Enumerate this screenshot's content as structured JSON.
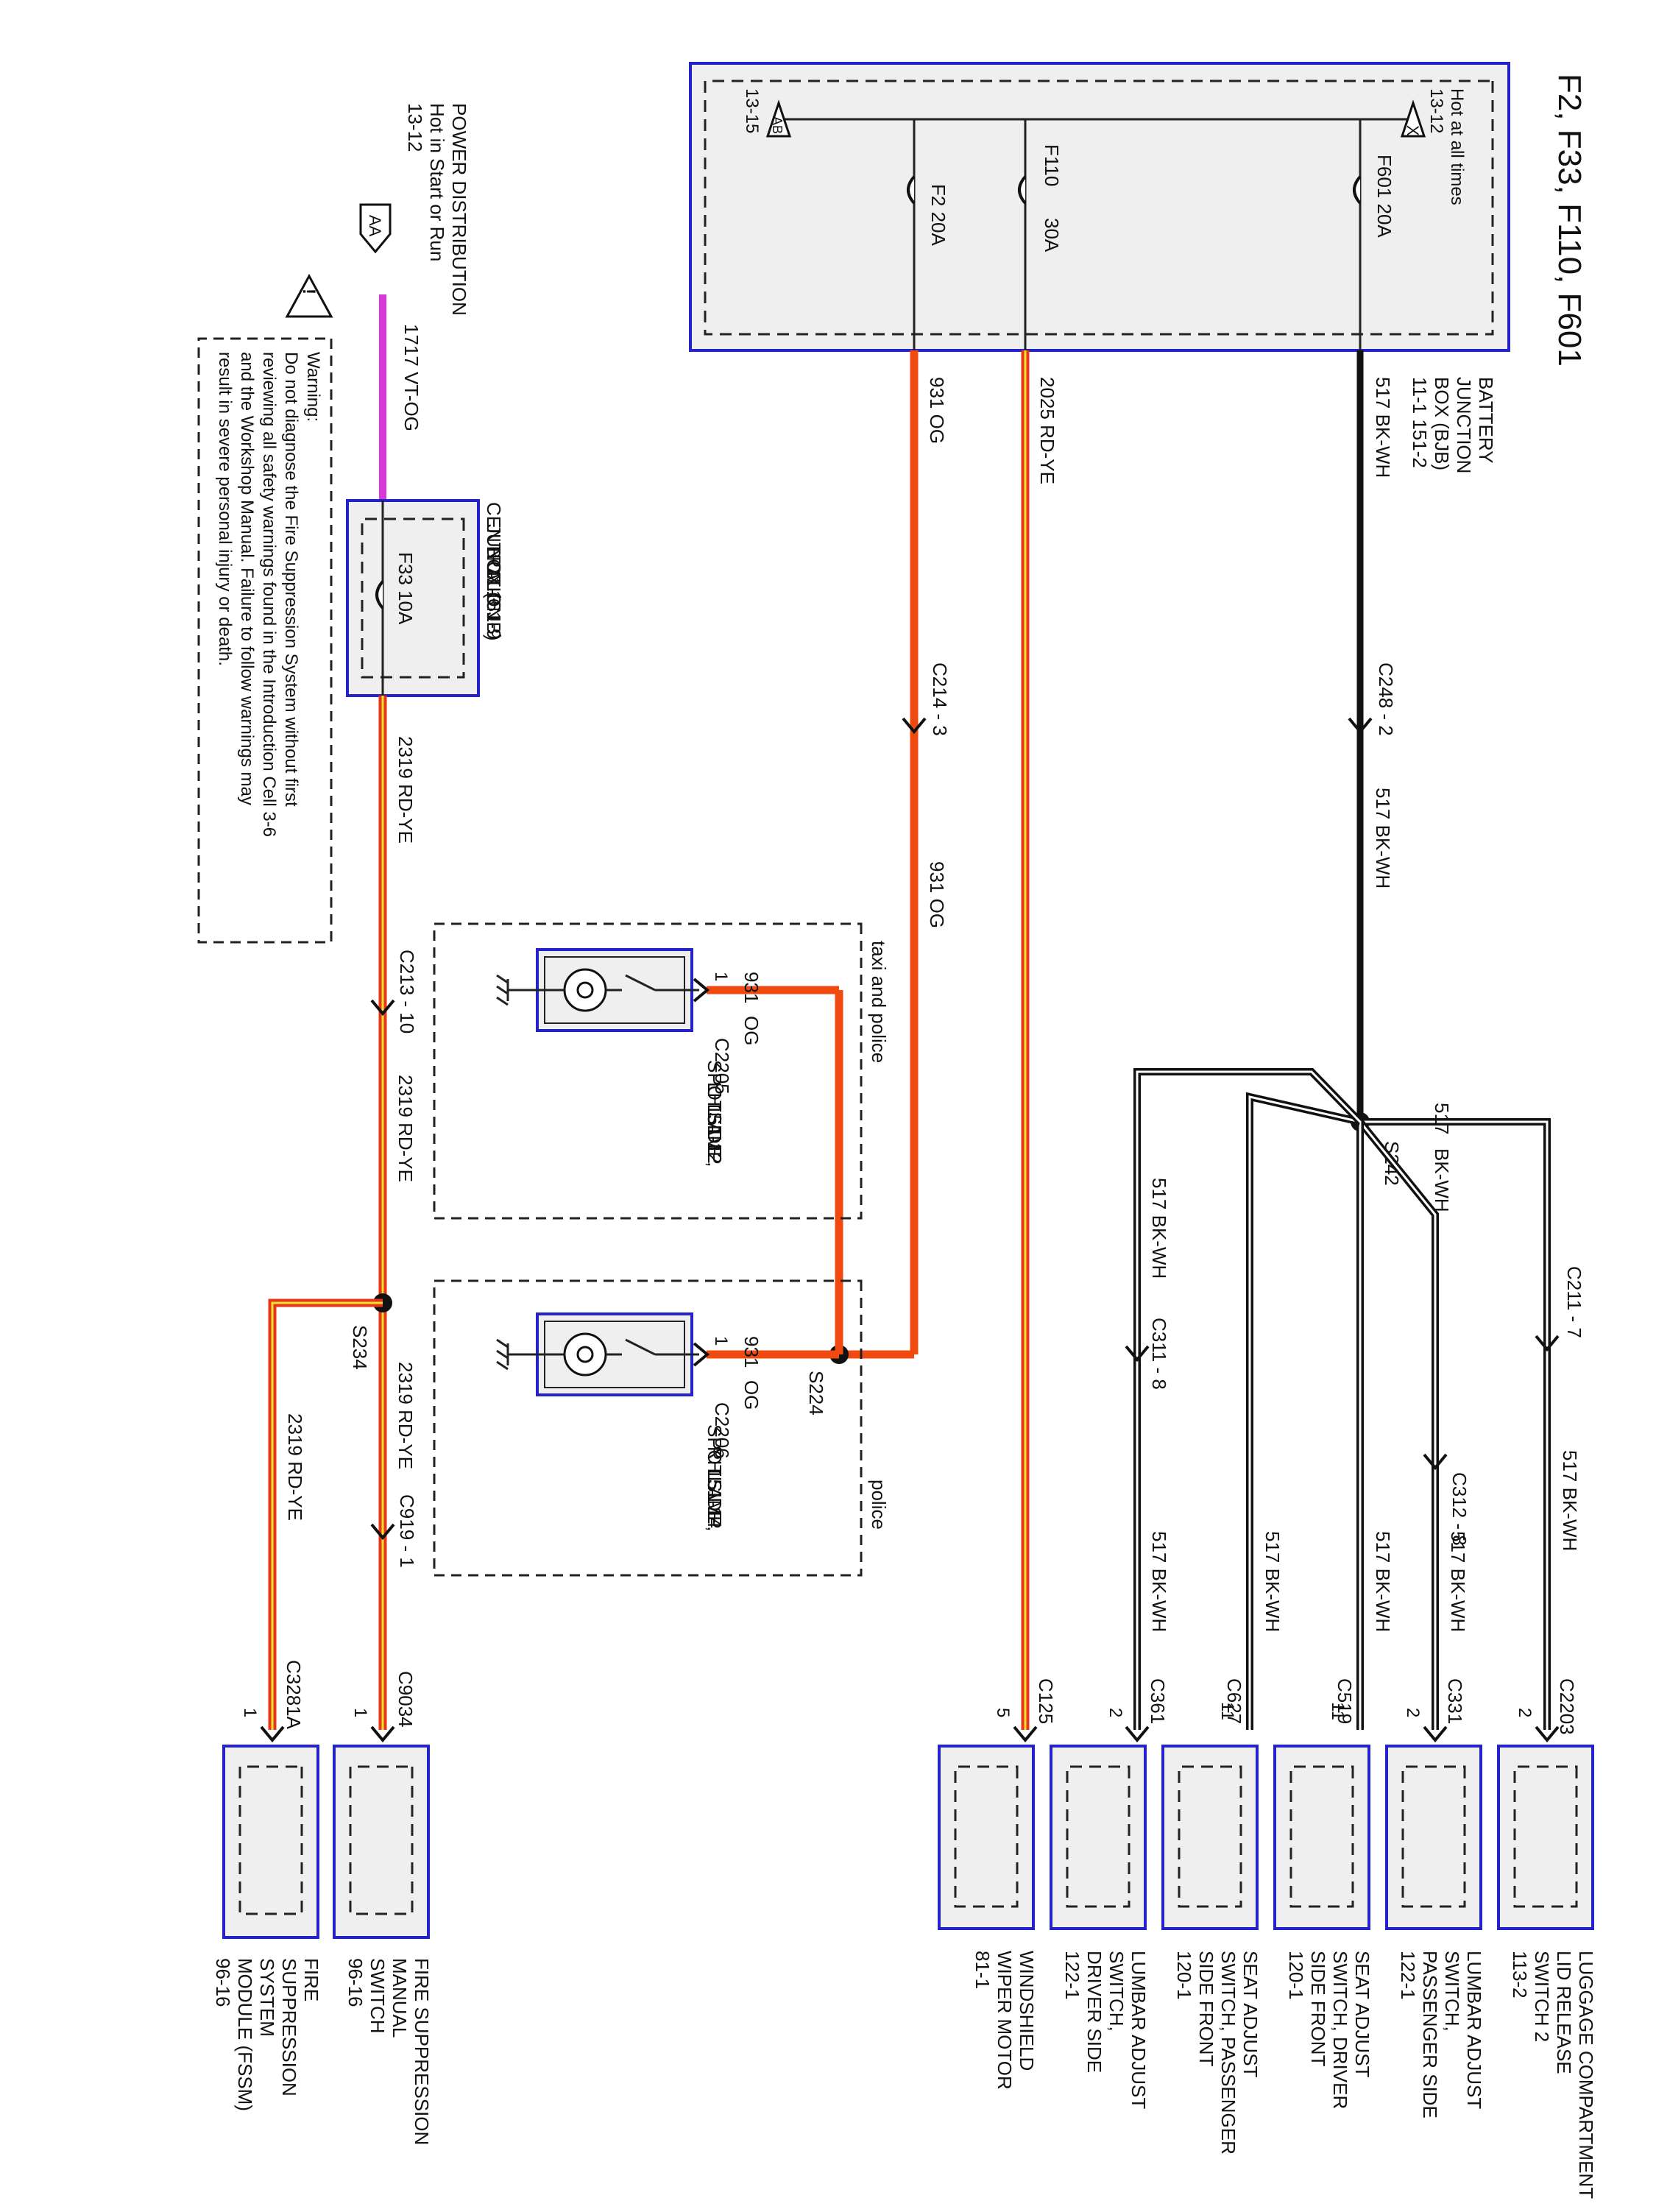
{
  "title": "F2, F33, F110, F601",
  "colors": {
    "box_border": "#2323c8",
    "bk_wh": "#111111",
    "og": "#f04a10",
    "rd_ye_red": "#e8361a",
    "rd_ye_yellow": "#f0e030",
    "vt_og": "#d83ad8"
  },
  "bjb": {
    "label": [
      "BATTERY",
      "JUNCTION",
      "BOX (BJB)",
      "11-1    151-2"
    ],
    "hot": [
      "Hot at all times",
      "13-12"
    ],
    "hot_tag": "X",
    "ref_tag": "AB",
    "ref_page": "13-15",
    "fuses": {
      "f601": "F601  20A",
      "f110": "F110",
      "f110_amp": "30A",
      "f2": "F2  20A"
    }
  },
  "power": {
    "label": [
      "POWER DISTRIBUTION",
      "Hot in Start or Run",
      "13-12"
    ],
    "tag": "AA"
  },
  "cjb": {
    "label": [
      "CENTRAL",
      "JUNCTION",
      "BOX (CJB)",
      "11-3",
      "151-9"
    ],
    "fuse": "F33  10A"
  },
  "warning": [
    "Warning:",
    "Do not diagnose the Fire Suppression System without first",
    "reviewing all safety warnings found in the Introduction Cell 3-6",
    "and the Workshop Manual. Failure to follow warnings may",
    "result in severe personal injury or death."
  ],
  "wires": {
    "w517": "517   BK-WH",
    "w517_splice": "517",
    "bkwh": "BK-WH",
    "w2025": "2025   RD-YE",
    "w931": "931   OG",
    "w931_short": "931",
    "og": "OG",
    "w1717": "1717   VT-OG",
    "w2319": "2319   RD-YE"
  },
  "connectors": {
    "c248": "C248 - 2",
    "c214": "C214 - 3",
    "c213": "C213 - 10",
    "c211": "C211 - 7",
    "c312": "C312 - 8",
    "c311": "C311 - 8",
    "c919": "C919 - 1",
    "c2203": "C2203",
    "c331": "C331",
    "c519": "C519",
    "c627": "C627",
    "c361": "C361",
    "c125": "C125",
    "c9034": "C9034",
    "c3281a": "C3281A",
    "c2205": "C2205",
    "c2206": "C2206"
  },
  "splices": {
    "s242": "S242",
    "s224": "S224",
    "s234": "S234"
  },
  "pins": {
    "p2": "2",
    "p11": "11",
    "p5": "5",
    "p1": "1"
  },
  "options": {
    "taxi": "taxi and police",
    "police": "police"
  },
  "lamps": {
    "lh": [
      "SPOTLAMP,",
      "LH SIDE",
      "151-12"
    ],
    "rh": [
      "SPOTLAMP,",
      "RH SIDE",
      "151-14"
    ]
  },
  "components": [
    [
      "LUGGAGE COMPARTMENT",
      "LID RELEASE",
      "SWITCH 2",
      "113-2"
    ],
    [
      "LUMBAR ADJUST",
      "SWITCH,",
      "PASSENGER SIDE",
      "122-1"
    ],
    [
      "SEAT ADJUST",
      "SWITCH, DRIVER",
      "SIDE FRONT",
      "120-1"
    ],
    [
      "SEAT ADJUST",
      "SWITCH, PASSENGER",
      "SIDE FRONT",
      "120-1"
    ],
    [
      "LUMBAR ADJUST",
      "SWITCH,",
      "DRIVER SIDE",
      "122-1"
    ],
    [
      "WINDSHIELD",
      "WIPER MOTOR",
      "81-1"
    ],
    [
      "FIRE SUPPRESSION",
      "MANUAL",
      "SWITCH",
      "96-16"
    ],
    [
      "FIRE",
      "SUPPRESSION",
      "SYSTEM",
      "MODULE (FSSM)",
      "96-16"
    ]
  ]
}
